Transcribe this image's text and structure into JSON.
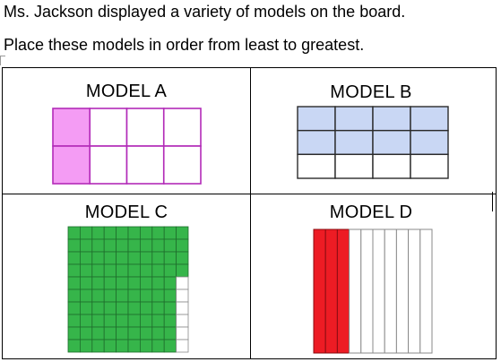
{
  "text": {
    "line1": "Ms. Jackson displayed a variety of models on the board.",
    "line2": "Place these models in order from least to greatest."
  },
  "models": {
    "a": {
      "label": "MODEL A",
      "cols": 4,
      "rows": 2,
      "shaded_columns": 1,
      "shade_color": "#f49cf4",
      "border_color": "#b22bb8"
    },
    "b": {
      "label": "MODEL B",
      "cols": 4,
      "rows": 3,
      "shaded_rows": 2,
      "shade_color": "#c9d7f4",
      "border_color": "#2a2a2a"
    },
    "c": {
      "label": "MODEL C",
      "grid_size": 10,
      "shaded_full_columns": 9,
      "shaded_in_last_column": 4,
      "shade_color": "#36b54a",
      "line_color": "#1f6e2c"
    },
    "d": {
      "label": "MODEL D",
      "strips": 10,
      "shaded_strips": 3,
      "shade_color": "#ed1c24"
    }
  }
}
